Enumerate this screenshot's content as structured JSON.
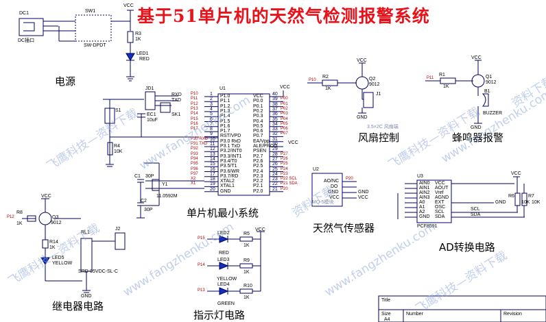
{
  "title": "基于51单片机的天然气检测报警系统",
  "sections": {
    "power": "电源",
    "fan": "风扇控制",
    "buzzer": "蜂鸣器报警",
    "mcu": "单片机最小系统",
    "gas": "天然气传感器",
    "adc": "AD转换电路",
    "relay": "继电器电路",
    "leds": "指示灯电路"
  },
  "power": {
    "dc": "DC1",
    "dc_part": "DC插口",
    "sw": "SW1",
    "sw_part": "SW-DPDT",
    "r": "R3",
    "r_val": "1K",
    "led": "LED1",
    "led_color": "RED",
    "vcc": "VCC"
  },
  "mcu": {
    "u": "U1",
    "left_pins": [
      "P1.0",
      "P1.1",
      "P1.2",
      "P1.3",
      "P1.4",
      "P1.5",
      "P1.6",
      "P1.7",
      "RST/VPD",
      "P3.0 RxD",
      "P3.1 TxD",
      "P3.2/INT0",
      "P3.3/INT1",
      "P3.4/T0",
      "P3.5/T1",
      "P3.6/WR",
      "P3.7/RD",
      "XTAL2",
      "XTAL1",
      "GND"
    ],
    "right_pins": [
      "VCC",
      "P0.0",
      "P0.1",
      "P0.2",
      "P0.3",
      "P0.4",
      "P0.5",
      "P0.6",
      "P0.7",
      "EA/Vpp",
      "ALE/PROG",
      "PSEN",
      "P2.7",
      "P2.6",
      "P2.5",
      "P2.4",
      "P2.3",
      "P2.2",
      "P2.1",
      "P2.0"
    ],
    "left_nums": [
      "1",
      "2",
      "3",
      "4",
      "5",
      "6",
      "7",
      "8",
      "9",
      "10",
      "11",
      "12",
      "13",
      "14",
      "15",
      "16",
      "17",
      "18",
      "19",
      "20"
    ],
    "right_nums": [
      "40",
      "39",
      "38",
      "37",
      "36",
      "35",
      "34",
      "33",
      "32",
      "31",
      "30",
      "29",
      "28",
      "27",
      "26",
      "25",
      "24",
      "23",
      "22",
      "21"
    ],
    "left_nets": [
      "P10",
      "P11",
      "P12",
      "P13",
      "P14",
      "P15",
      "P16",
      "P17",
      "",
      "P30 RXD",
      "P31 TXD",
      "P32",
      "P33",
      "P34",
      "P35",
      "P36",
      "P37",
      "X2",
      "X1",
      ""
    ],
    "right_nets": [
      "",
      "P00",
      "P01",
      "P02",
      "P03",
      "P04",
      "P05",
      "P06",
      "P07",
      "",
      "",
      "",
      "P27",
      "P26",
      "P25",
      "P24",
      "P23",
      "P22 SCL",
      "P21 SDA",
      "P20"
    ],
    "jd": "JD1",
    "jd_pins": [
      "RXD",
      "TXD"
    ],
    "sk": "SK1",
    "s": "S1",
    "ec": "EC1",
    "ec_val": "10uF",
    "r4": "R4",
    "r4_val": "10K",
    "c1": "C1",
    "c1_val": "30P",
    "c2": "C2",
    "c2_val": "30P",
    "y": "Y1",
    "y_val": "11.0592M",
    "vcc": "VCC",
    "ea_vcc": "VCC"
  },
  "fan": {
    "net": "P10",
    "r": "R2",
    "r_val": "1K",
    "q": "Q2",
    "q_part": "9012",
    "j": "J1",
    "part": "3.5×2C 风扇端",
    "gnd": "GND",
    "vcc": "VCC"
  },
  "buzzer": {
    "net": "P11",
    "r": "R1",
    "r_val": "1K",
    "q": "Q1",
    "q_part": "9012",
    "b": "B1",
    "b_part": "BUZZER",
    "gnd": "GND",
    "vcc": "VCC"
  },
  "gas": {
    "u": "U2",
    "pins": [
      "AO/NC",
      "DO",
      "GND",
      "VCC"
    ],
    "part": "MQ-5模块",
    "nets": [
      "P20",
      "",
      "GND",
      "VCC"
    ]
  },
  "adc": {
    "u": "U3",
    "part": "PCF8591",
    "left_pins": [
      "AIN0",
      "AIN1",
      "AIN2",
      "AIN3",
      "A0",
      "A1",
      "A2",
      "GND"
    ],
    "right_pins": [
      "VCC",
      "AOUT",
      "Vref",
      "AGND",
      "EXT",
      "OSC",
      "SCL",
      "SDA"
    ],
    "nets": {
      "scl": "SCL",
      "sda": "SDA",
      "gnd": "GND"
    },
    "r6": "R6",
    "r6_val": "10K",
    "r7": "R7",
    "r7_val": "10K",
    "vcc": "VCC"
  },
  "relay": {
    "net": "P12",
    "r8": "R8",
    "r8_val": "1K",
    "q": "Q3",
    "q_part": "9012",
    "r14": "R14",
    "r14_val": "1K",
    "led": "LED5",
    "led_color": "YELLOW",
    "rl": "RL1",
    "rl_part": "SRD-05VDC-SL-C",
    "j": "J2",
    "gnd": "GND",
    "vcc": "VCC"
  },
  "leds": [
    {
      "net": "P15",
      "led": "LED2",
      "color": "RED",
      "r": "R5",
      "r_val": "1K"
    },
    {
      "net": "P14",
      "led": "LED3",
      "color": "YELLOW",
      "r": "R9",
      "r_val": "1K"
    },
    {
      "net": "P13",
      "led": "LED4",
      "color": "GREEN",
      "r": "R10",
      "r_val": "1K"
    }
  ],
  "leds_vcc": "VCC",
  "watermarks": [
    "飞鹰科技—资料下载",
    "www.fangzhenku.com",
    "飞鹰科技—资料下载",
    "www.fangzhenku.com",
    "飞鹰科技—资料下载",
    "www.fangzhenku.com",
    "资料下载",
    "www.fangzhenku.com",
    "飞鹰科技—资料下载",
    "资料下载"
  ],
  "titleblock": {
    "title": "Title",
    "size": "Size",
    "number": "Number",
    "revision": "Revision",
    "size_val": "A4"
  }
}
